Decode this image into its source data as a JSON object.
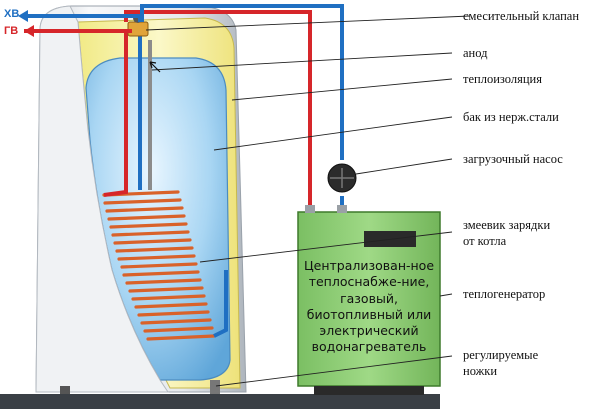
{
  "pipes": {
    "cold_label": "ХВ",
    "hot_label": "ГВ"
  },
  "labels": [
    "смесительный клапан",
    "анод",
    "теплоизоляция",
    "бак из нерж.стали",
    "загрузочный насос",
    "змеевик зарядки",
    "от котла",
    "теплогенератор",
    "регулируемые",
    "ножки"
  ],
  "generator_text": "Централизован-ное теплоснабже-ние, газовый, биотопливный или электрический водонагреватель",
  "colors": {
    "cold_pipe": "#1f6fc2",
    "hot_pipe": "#d6262a",
    "insulation": "#f5ef9e",
    "tank": "#8ec7ec",
    "coil": "#e06a2c",
    "generator": "#8ccc74",
    "casing": "#e9ecef"
  }
}
